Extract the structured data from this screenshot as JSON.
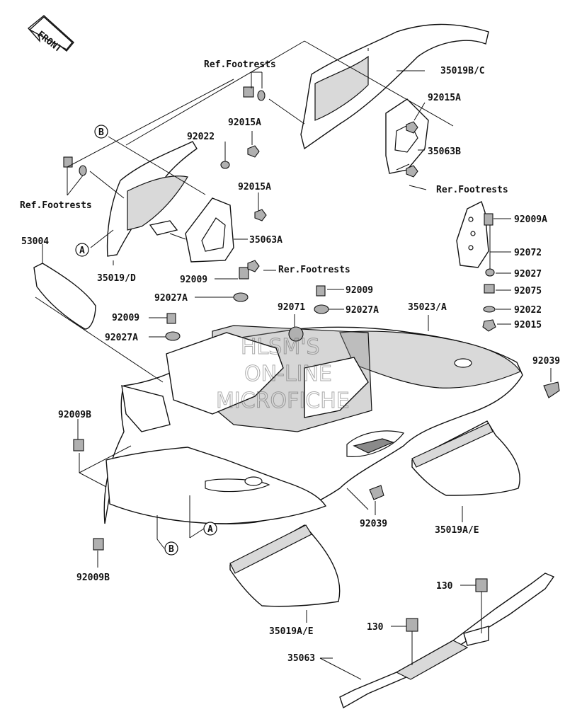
{
  "front_badge": "FRONT",
  "labels": {
    "ref_footrests_top": "Ref.Footrests",
    "ref_footrests_left": "Ref.Footrests",
    "rer_footrests_right": "Rer.Footrests",
    "rer_footrests_mid": "Rer.Footrests",
    "p35019BC": "35019B/C",
    "p92015A_r": "92015A",
    "p35063B": "35063B",
    "p92015A_m": "92015A",
    "p92022_m": "92022",
    "p92015A_c": "92015A",
    "p35063A": "35063A",
    "p35019D": "35019/D",
    "p53004": "53004",
    "p92009_a": "92009",
    "p92027A_a": "92027A",
    "p92009_b": "92009",
    "p92027A_b": "92027A",
    "p92071": "92071",
    "p92009_c": "92009",
    "p92027A_c": "92027A",
    "p35023A": "35023/A",
    "p92009A": "92009A",
    "p92072": "92072",
    "p92027": "92027",
    "p92075": "92075",
    "p92022_r": "92022",
    "p92015": "92015",
    "p92039_r": "92039",
    "p92009B_t": "92009B",
    "p92009B_b": "92009B",
    "p92039_b": "92039",
    "p35019AE_r": "35019A/E",
    "p35019AE_b": "35019A/E",
    "p130_t": "130",
    "p130_b": "130",
    "p35063": "35063"
  },
  "callouts": {
    "A_left": "A",
    "B_top": "B",
    "A_bottom": "A",
    "B_bottom": "B"
  },
  "watermark": [
    "HLSM'S",
    "ON-LINE",
    "MICROFICHE"
  ]
}
